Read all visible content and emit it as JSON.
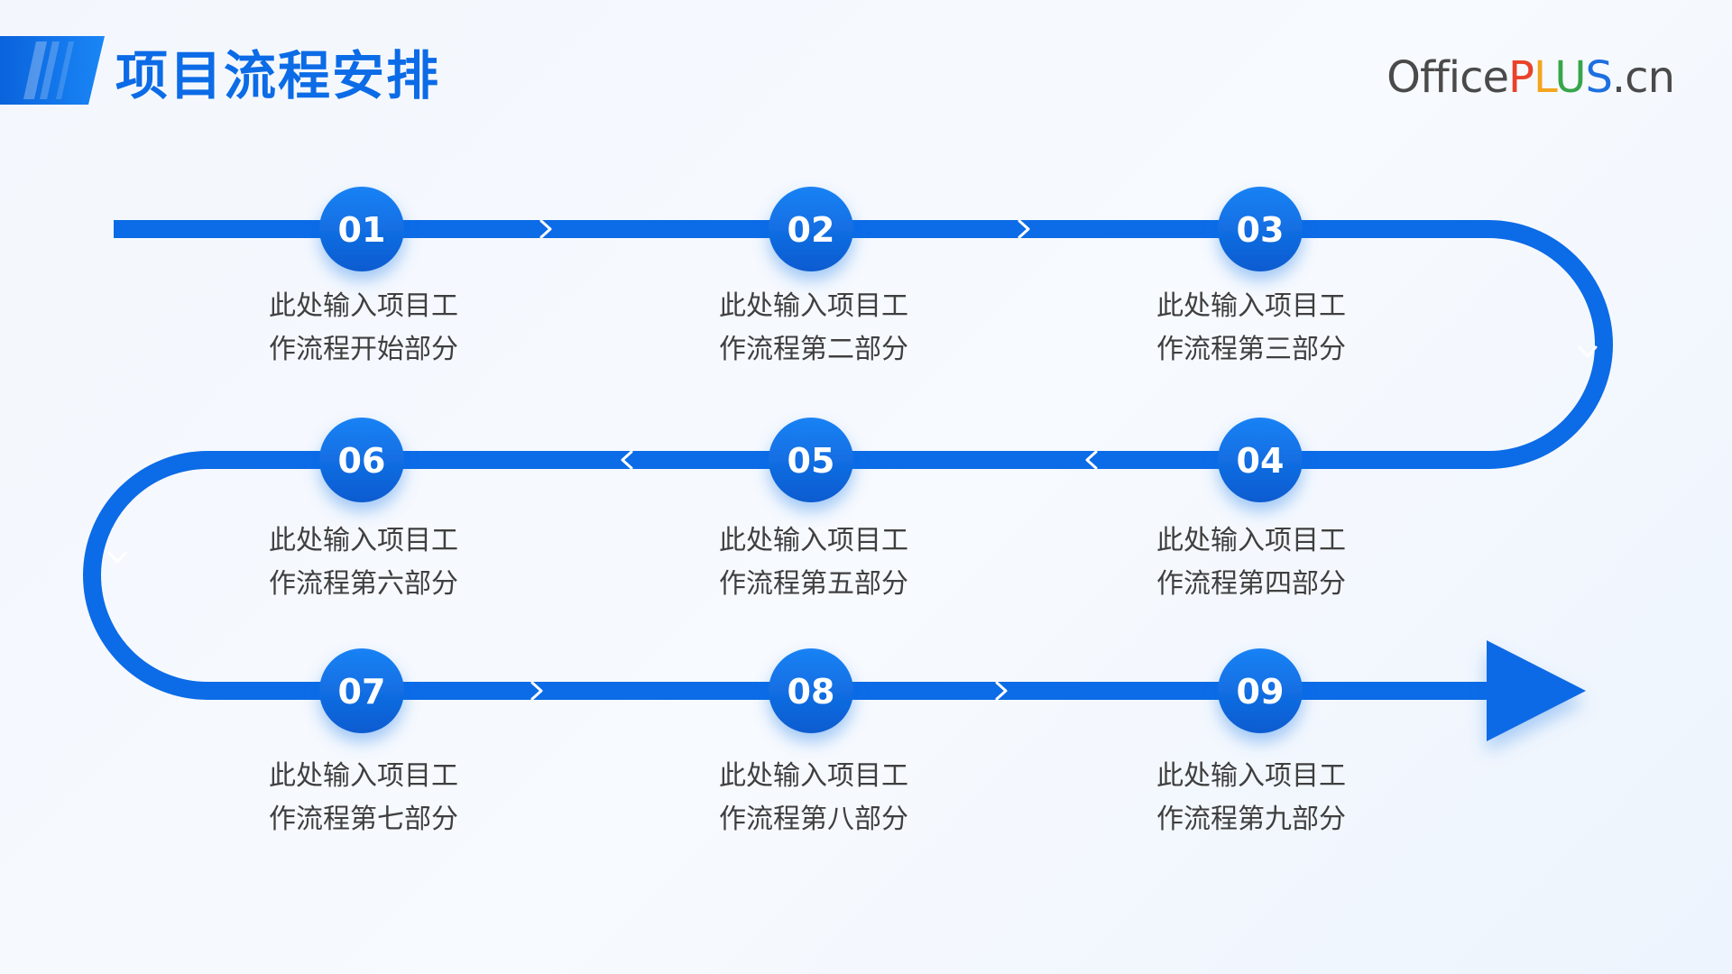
{
  "header": {
    "title": "项目流程安排",
    "logo": {
      "office": "Office",
      "p": "P",
      "l": "L",
      "u": "U",
      "s": "S",
      "cn": ".cn"
    }
  },
  "steps": [
    {
      "number": "01",
      "line1": "此处输入项目工",
      "line2": "作流程开始部分"
    },
    {
      "number": "02",
      "line1": "此处输入项目工",
      "line2": "作流程第二部分"
    },
    {
      "number": "03",
      "line1": "此处输入项目工",
      "line2": "作流程第三部分"
    },
    {
      "number": "04",
      "line1": "此处输入项目工",
      "line2": "作流程第四部分"
    },
    {
      "number": "05",
      "line1": "此处输入项目工",
      "line2": "作流程第五部分"
    },
    {
      "number": "06",
      "line1": "此处输入项目工",
      "line2": "作流程第六部分"
    },
    {
      "number": "07",
      "line1": "此处输入项目工",
      "line2": "作流程第七部分"
    },
    {
      "number": "08",
      "line1": "此处输入项目工",
      "line2": "作流程第八部分"
    },
    {
      "number": "09",
      "line1": "此处输入项目工",
      "line2": "作流程第九部分"
    }
  ],
  "colors": {
    "primary": "#0c6be6",
    "node_light": "#1a82f5",
    "node_dark": "#0a5bd0",
    "text": "#3f3f3f"
  }
}
